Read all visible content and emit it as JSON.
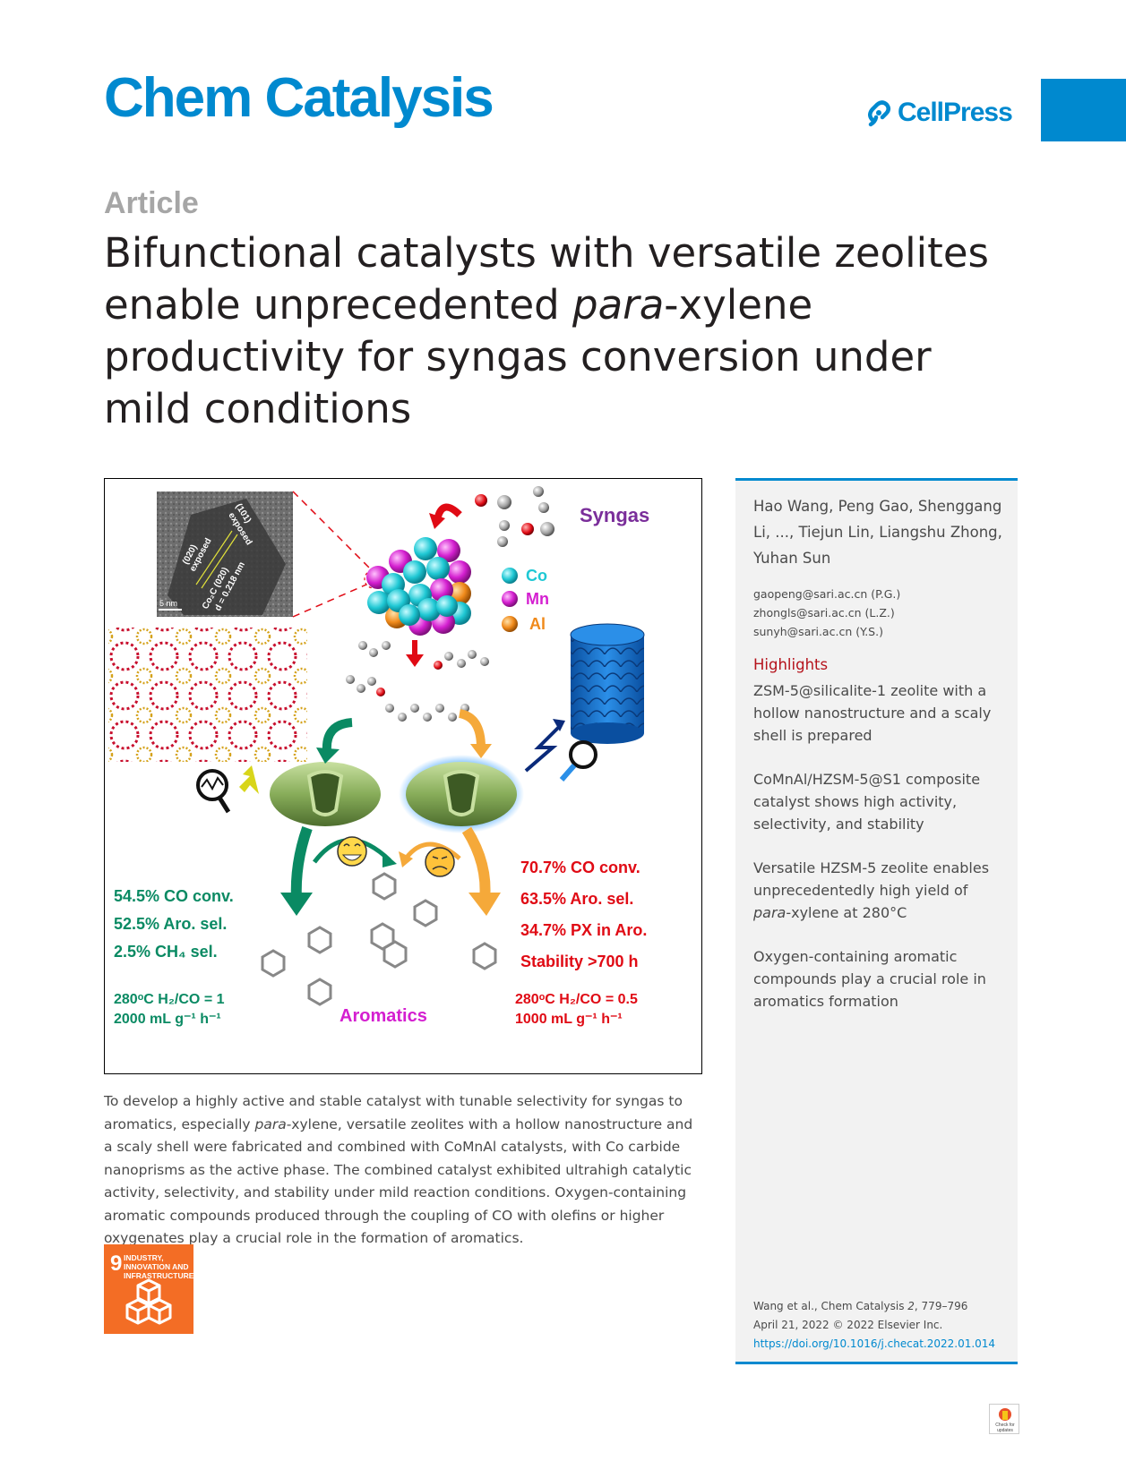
{
  "header": {
    "journal": "Chem Catalysis",
    "publisher": "CellPress",
    "article_type": "Article"
  },
  "title": {
    "part1": "Bifunctional catalysts with versatile zeolites enable unprecedented ",
    "italic": "para",
    "part2": "-xylene productivity for syngas conversion under mild conditions"
  },
  "graphical_abstract": {
    "tem_labels": {
      "face_020": "(020)",
      "face_020_exposed": "exposed",
      "face_101": "(101)",
      "face_101_exposed": "exposed",
      "phase": "Co₂C (020)",
      "dspacing": "d = 0.218 nm",
      "scale": "5 nm"
    },
    "syngas": "Syngas",
    "legend": [
      {
        "label": "Co",
        "color": "#1fc8d4"
      },
      {
        "label": "Mn",
        "color": "#d41fd0"
      },
      {
        "label": "Al",
        "color": "#f08a1b"
      }
    ],
    "left_results": [
      "54.5% CO conv.",
      "52.5% Aro. sel.",
      "2.5% CH₄ sel."
    ],
    "right_results": [
      "70.7% CO conv.",
      "63.5% Aro. sel.",
      "34.7% PX in Aro.",
      "Stability >700 h"
    ],
    "left_conditions": [
      "280ᵒC  H₂/CO = 1",
      "2000 mL g⁻¹ h⁻¹"
    ],
    "right_conditions": [
      "280ᵒC  H₂/CO = 0.5",
      "1000 mL g⁻¹ h⁻¹"
    ],
    "aromatics": "Aromatics",
    "colors": {
      "green": "#0a8a63",
      "red": "#e00a14",
      "purple": "#7a2e9a",
      "magenta": "#d41fd0"
    }
  },
  "summary": {
    "part1": "To develop a highly active and stable catalyst with tunable selectivity for syngas to aromatics, especially ",
    "italic": "para",
    "part2": "-xylene, versatile zeolites with a hollow nanostructure and a scaly shell were fabricated and combined with CoMnAl catalysts, with Co carbide nanoprisms as the active phase. The combined catalyst exhibited ultrahigh catalytic activity, selectivity, and stability under mild reaction conditions. Oxygen-containing aromatic compounds produced through the coupling of CO with olefins or higher oxygenates play a crucial role in the formation of aromatics."
  },
  "sidebar": {
    "authors": "Hao Wang, Peng Gao, Shenggang Li, ..., Tiejun Lin, Liangshu Zhong, Yuhan Sun",
    "emails": [
      "gaopeng@sari.ac.cn (P.G.)",
      "zhongls@sari.ac.cn (L.Z.)",
      "sunyh@sari.ac.cn (Y.S.)"
    ],
    "highlights_heading": "Highlights",
    "highlights": [
      "ZSM-5@silicalite-1 zeolite with a hollow nanostructure and a scaly shell is prepared",
      "CoMnAl/HZSM-5@S1 composite catalyst shows high activity, selectivity, and stability",
      "Versatile HZSM-5 zeolite enables unprecedentedly high yield of ",
      "Oxygen-containing aromatic compounds play a crucial role in aromatics formation"
    ],
    "highlight3_italic": "para",
    "highlight3_end": "-xylene at 280°C",
    "citation": {
      "ref_prefix": "Wang et al., Chem Catalysis ",
      "ref_volume": "2",
      "ref_pages": ", 779–796",
      "date": "April 21, 2022 © 2022 Elsevier Inc.",
      "doi": "https://doi.org/10.1016/j.checat.2022.01.014"
    }
  },
  "sdg": {
    "number": "9",
    "label": "INDUSTRY, INNOVATION AND INFRASTRUCTURE"
  },
  "badge": {
    "text": "Check for updates"
  }
}
